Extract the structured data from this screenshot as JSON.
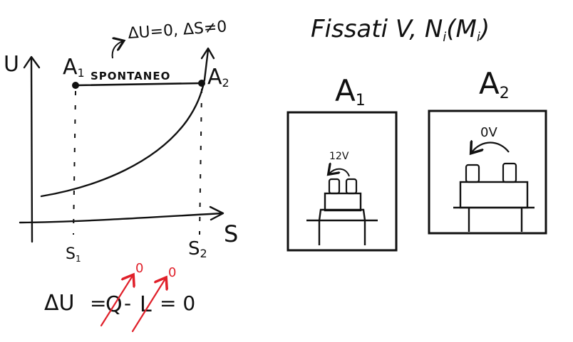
{
  "diagram": {
    "axis_y_label": "U",
    "axis_x_label": "S",
    "point_a1_label": "A",
    "point_a1_sub": "1",
    "point_a2_label": "A",
    "point_a2_sub": "2",
    "path_label": "SPONTANEO",
    "annotation": "ΔU=0, ΔS≠0",
    "tick_s1": "S",
    "tick_s1_sub": "1",
    "tick_s2": "S",
    "tick_s2_sub": "2"
  },
  "equation": {
    "lhs": "ΔU",
    "eq1": "=",
    "q": "Q",
    "minus": "-",
    "l": "L",
    "eq2": "= 0",
    "q_cancel_value": "0",
    "l_cancel_value": "0"
  },
  "condition": {
    "title": "Fissati V, N",
    "title_sub": "i",
    "title_paren": "(M",
    "title_paren_sub": "i",
    "title_paren_close": ")"
  },
  "box_a1": {
    "label": "A",
    "sub": "1",
    "voltage": "12V"
  },
  "box_a2": {
    "label": "A",
    "sub": "2",
    "voltage": "0V"
  },
  "colors": {
    "ink": "#111111",
    "red": "#e0202a"
  }
}
